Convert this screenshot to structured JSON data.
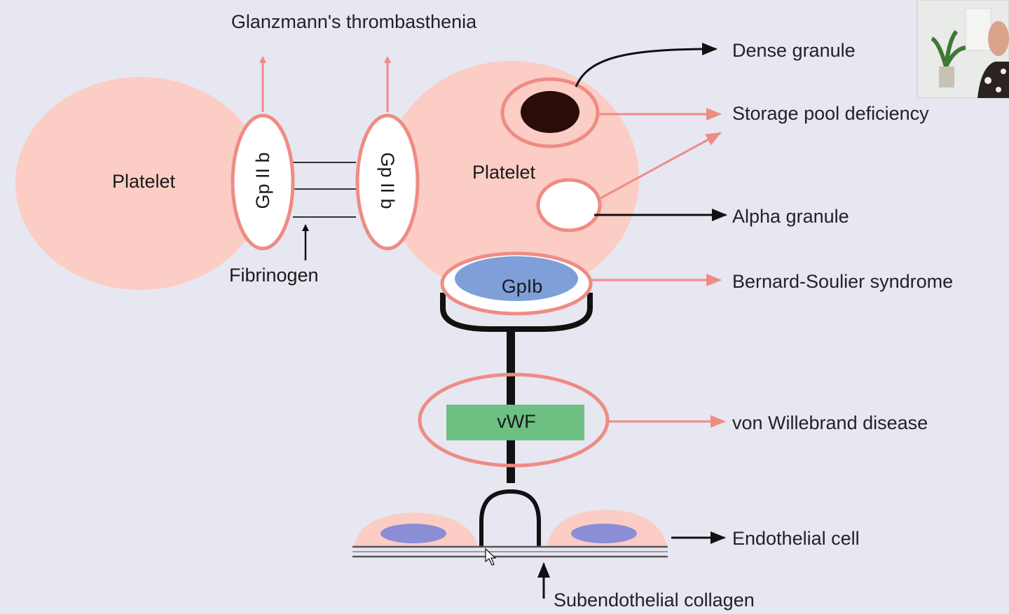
{
  "labels": {
    "glanzmann": "Glanzmann's thrombasthenia",
    "platelet_left": "Platelet",
    "platelet_right": "Platelet",
    "gp2b_left": "Gp II b",
    "gp2b_right": "Gp II b",
    "fibrinogen": "Fibrinogen",
    "dense_granule": "Dense granule",
    "storage_pool": "Storage pool deficiency",
    "alpha_granule": "Alpha granule",
    "gp1b": "GpIb",
    "bernard_soulier": "Bernard-Soulier syndrome",
    "vwf": "vWF",
    "von_willebrand": "von Willebrand disease",
    "endothelial": "Endothelial cell",
    "collagen": "Subendothelial collagen"
  },
  "colors": {
    "background": "#e6e7f1",
    "platelet_fill": "#fbcdc4",
    "disease_outline": "#ee8c84",
    "gp1b_fill": "#7f9fd9",
    "vwf_fill": "#6dbf82",
    "nucleus_fill": "#8b8ed6",
    "granule_dense": "#2a0d08"
  },
  "webcam": {
    "icon": "presenter-webcam-thumbnail"
  }
}
